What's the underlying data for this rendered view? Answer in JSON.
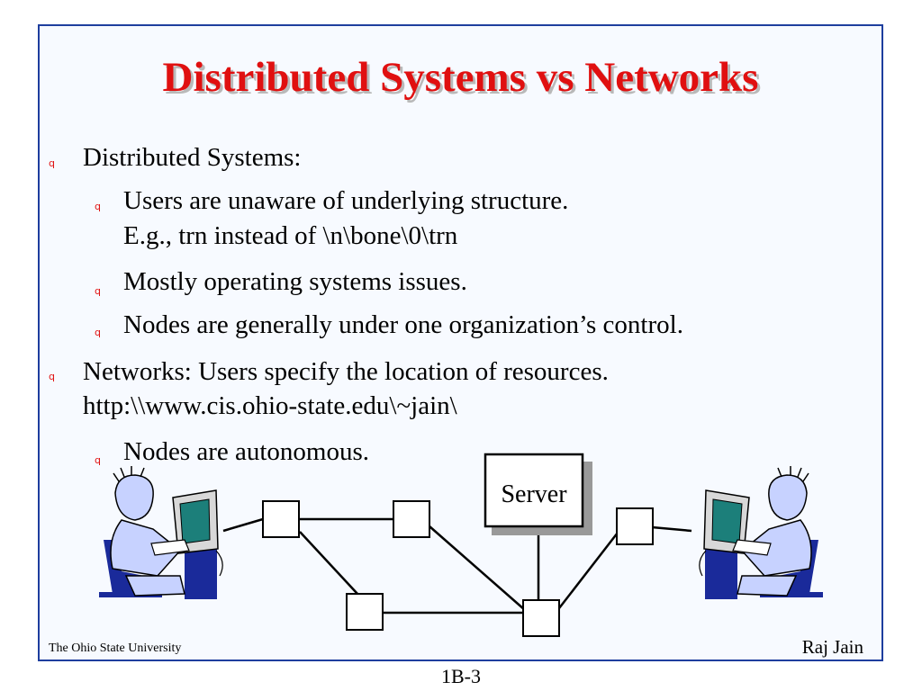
{
  "slide": {
    "title": "Distributed Systems vs Networks",
    "bullets": [
      "Distributed Systems:",
      "Users are unaware of underlying structure.",
      "E.g., trn instead of \\n\\bone\\0\\trn",
      "Mostly operating systems issues.",
      "Nodes are generally under one organization’s control.",
      "Networks: Users specify the location of resources.",
      "http:\\\\www.cis.ohio-state.edu\\~jain\\",
      "Nodes are autonomous."
    ],
    "bullet_glyph": "q",
    "diagram": {
      "server_label": "Server"
    },
    "footer": {
      "left": "The Ohio State University",
      "right": "Raj Jain"
    },
    "page_number": "1B-3"
  },
  "colors": {
    "title": "#e01010",
    "frame": "#1e3e9e",
    "bullet": "#e01010",
    "monitor_screen": "#1c7f7a",
    "chair": "#1a2a9a"
  }
}
